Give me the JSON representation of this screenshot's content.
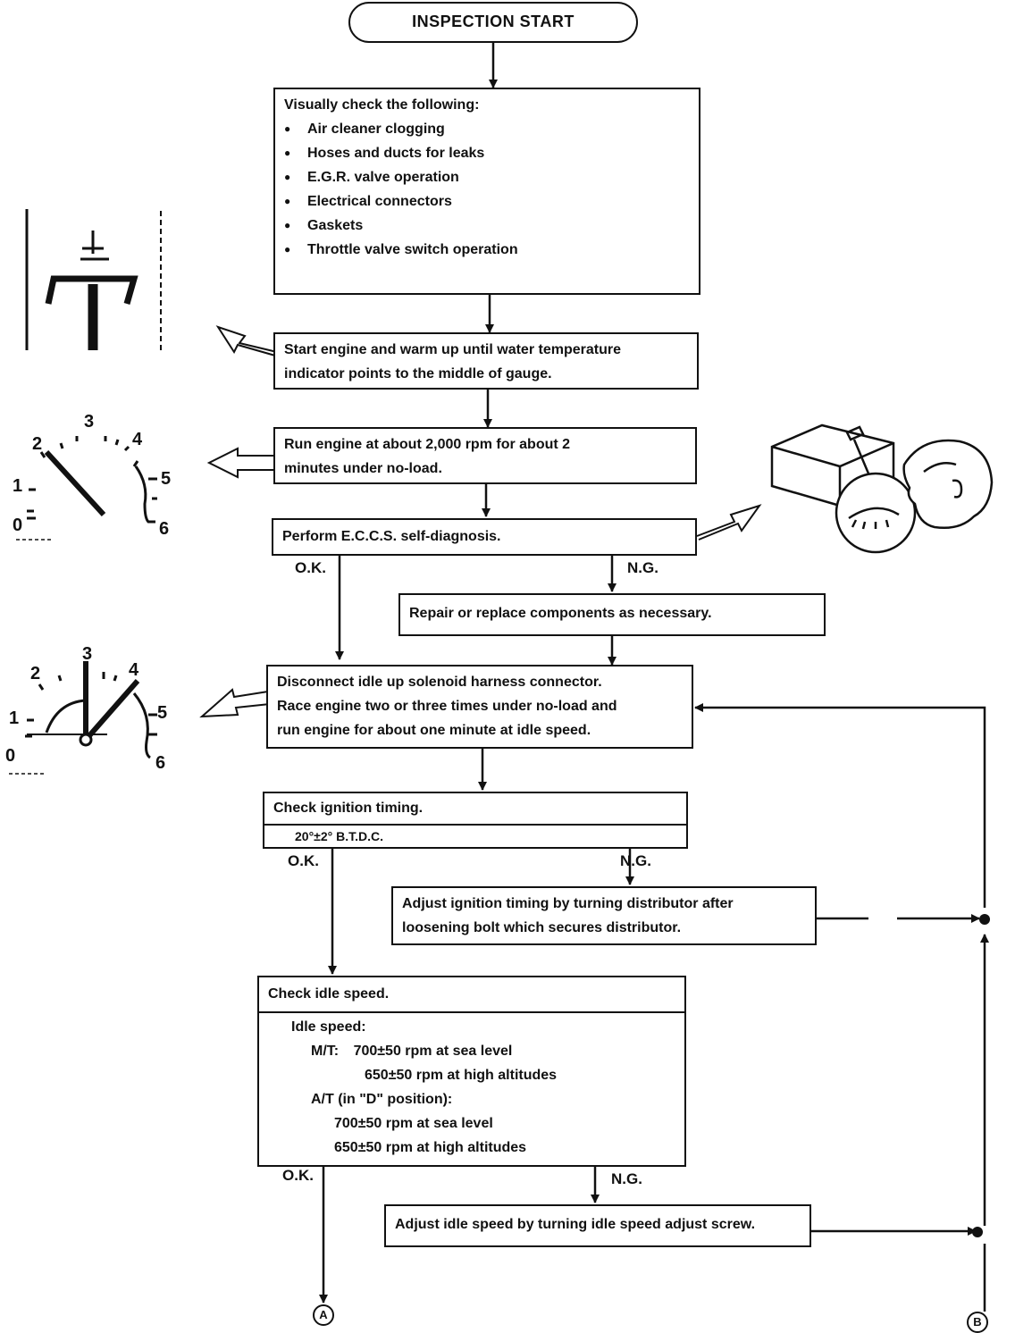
{
  "nodes": {
    "start": "INSPECTION START",
    "visual": {
      "title": "Visually check the following:",
      "items": [
        "Air cleaner clogging",
        "Hoses and ducts for leaks",
        "E.G.R. valve operation",
        "Electrical connectors",
        "Gaskets",
        "Throttle valve switch operation"
      ]
    },
    "warmup": [
      "Start engine and warm up until water temperature",
      "indicator points to the middle of gauge."
    ],
    "run2000": [
      "Run engine at about 2,000 rpm for about 2",
      "minutes under no-load."
    ],
    "eccs": "Perform E.C.C.S. self-diagnosis.",
    "repair": "Repair or replace components as necessary.",
    "disconnect": [
      "Disconnect idle up solenoid harness connector.",
      "Race engine two or three times under no-load and",
      "run engine for about one minute at idle speed."
    ],
    "ignition": {
      "title": "Check ignition timing.",
      "spec": "20°±2° B.T.D.C."
    },
    "adjust_timing": [
      "Adjust ignition timing by turning distributor after",
      "loosening bolt which secures distributor."
    ],
    "idle": {
      "title": "Check idle speed.",
      "label": "Idle speed:",
      "mt_label": "M/T:",
      "mt_sea": "700±50 rpm at sea level",
      "mt_high": "650±50 rpm at high altitudes",
      "at_label": "A/T (in \"D\" position):",
      "at_sea": "700±50 rpm at sea level",
      "at_high": "650±50 rpm at high altitudes"
    },
    "adjust_idle": "Adjust idle speed by turning idle speed adjust screw."
  },
  "labels": {
    "ok": "O.K.",
    "ng": "N.G."
  },
  "terminals": {
    "a": "A",
    "b": "B"
  },
  "gauge_ticks": [
    "0",
    "1",
    "2",
    "3",
    "4",
    "5",
    "6"
  ]
}
